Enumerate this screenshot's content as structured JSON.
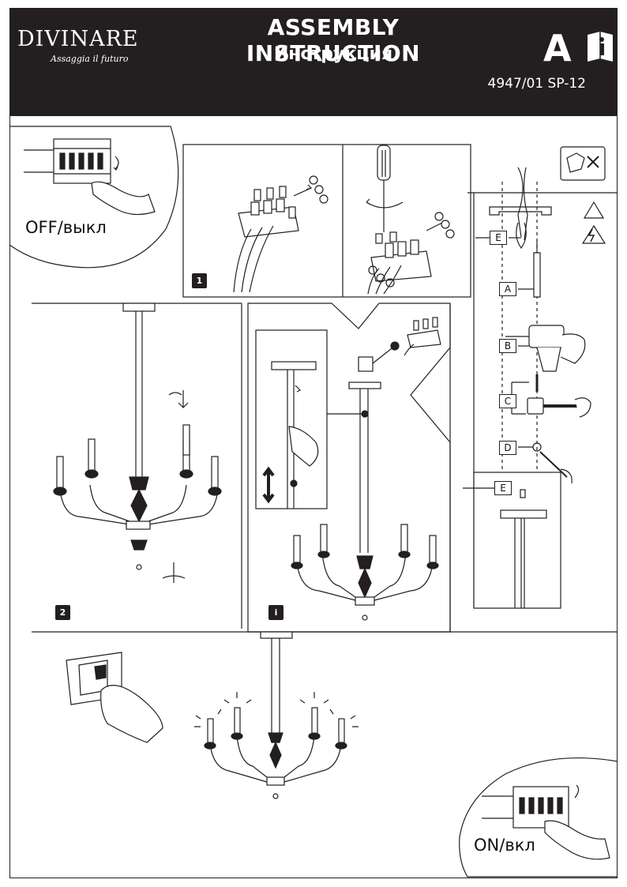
{
  "header": {
    "brand": "DIVINARE",
    "tagline": "Assaggia il futuro",
    "title_en": "ASSEMBLY INSTRUCTION",
    "title_ru": "Инструкция",
    "letter": "A",
    "model": "4947/01 SP-12"
  },
  "switches": {
    "off_label": "OFF/выкл",
    "on_label": "ON/вкл"
  },
  "steps": {
    "step1": "1",
    "step2": "2",
    "info": "i"
  },
  "parts": {
    "A": "A",
    "B": "B",
    "C": "C",
    "D": "D",
    "E": "E"
  },
  "icons": [
    "info-book-icon",
    "hand-icon",
    "screwdriver-icon",
    "drill-icon",
    "hammer-icon",
    "pliers-icon",
    "warning-icon",
    "electric-hazard-icon",
    "light-switch-icon",
    "no-fire-icon"
  ]
}
